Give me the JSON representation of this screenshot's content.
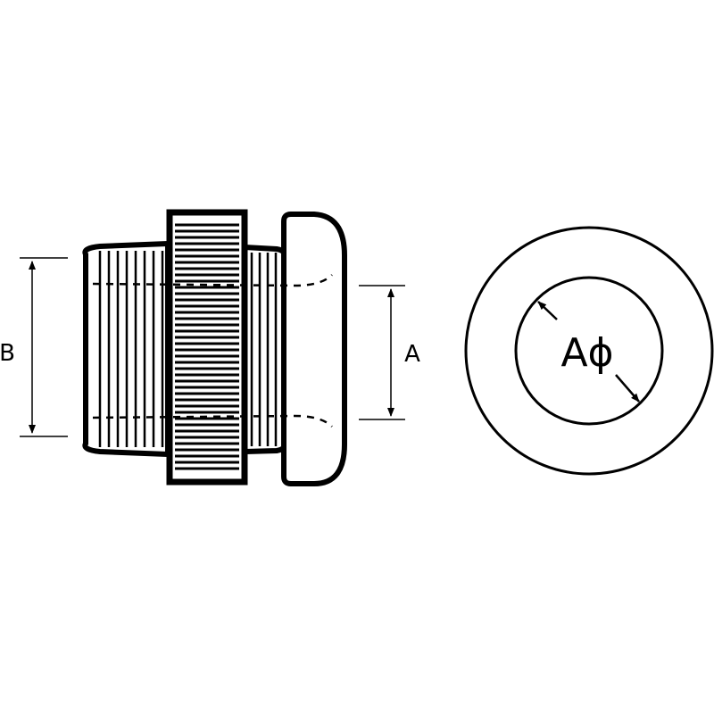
{
  "diagram": {
    "side_view": {
      "dimension_b_label": "B",
      "dimension_a_label": "A"
    },
    "end_view": {
      "inner_diameter_label": "Aϕ"
    },
    "colors": {
      "line": "#000000",
      "background": "#ffffff"
    }
  }
}
